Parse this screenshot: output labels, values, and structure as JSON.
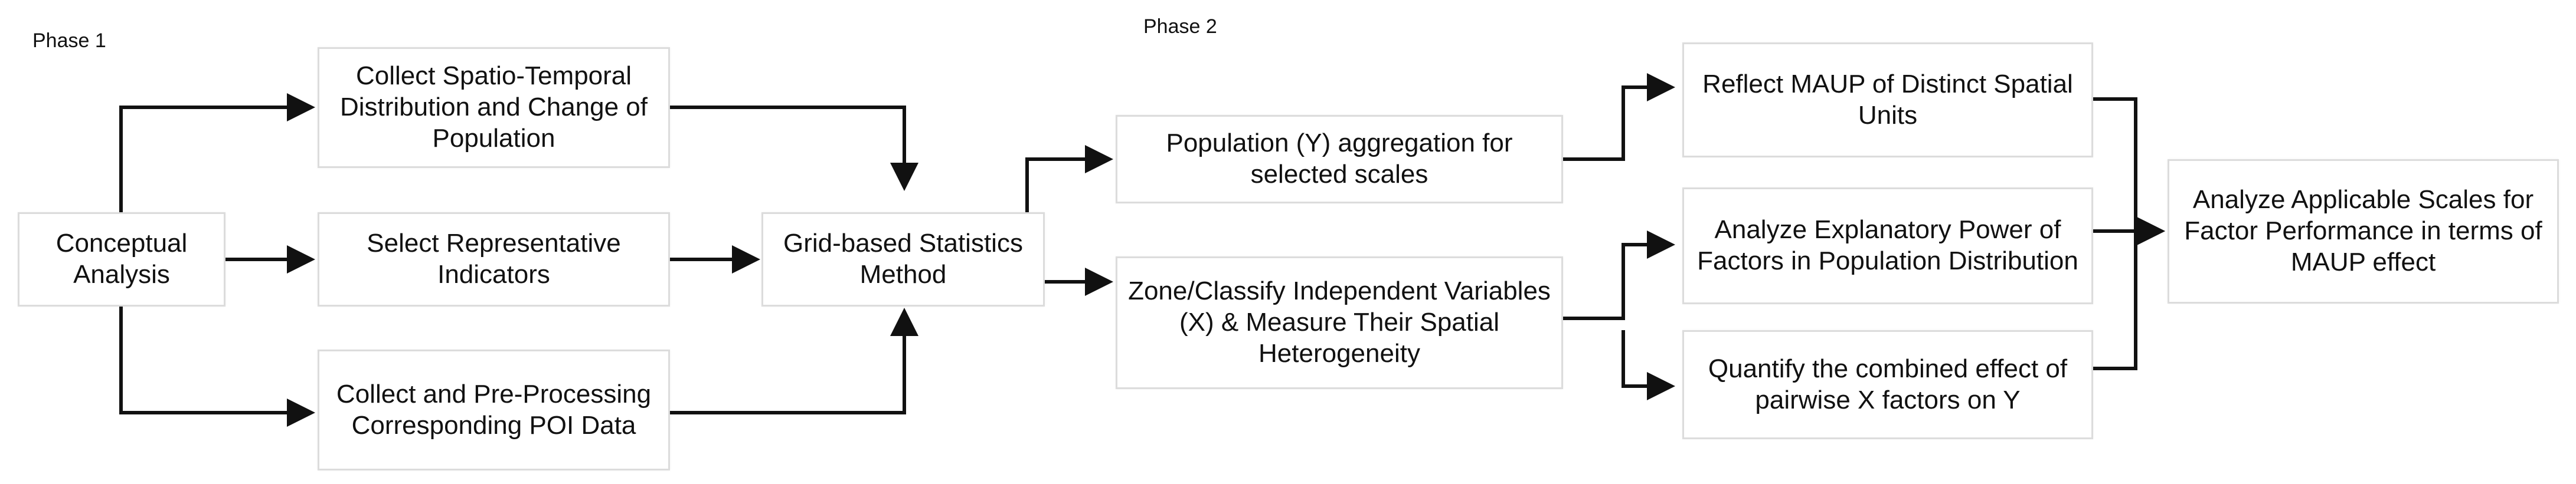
{
  "phases": {
    "phase1": "Phase 1",
    "phase2": "Phase 2"
  },
  "nodes": {
    "conceptual": "Conceptual Analysis",
    "collect_st": "Collect Spatio-Temporal Distribution and Change of Population",
    "select_ind": "Select Representative Indicators",
    "collect_poi": "Collect and Pre-Processing Corresponding POI Data",
    "grid": "Grid-based Statistics Method",
    "pop_agg": "Population (Y) aggregation for selected scales",
    "zone": "Zone/Classify Independent Variables (X) & Measure Their Spatial Heterogeneity",
    "maup": "Reflect MAUP of Distinct Spatial Units",
    "explain": "Analyze Explanatory Power of Factors in Population Distribution",
    "quantify": "Quantify the combined effect of pairwise X factors on Y",
    "final": "Analyze Applicable Scales for Factor Performance in terms of MAUP effect"
  }
}
